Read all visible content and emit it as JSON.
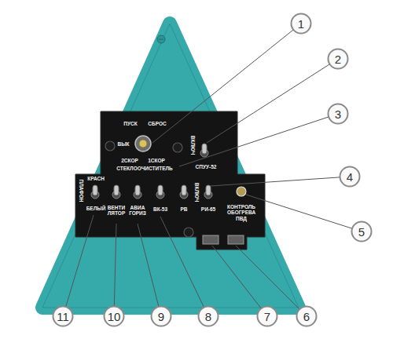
{
  "diagram": {
    "nodes": [
      {
        "text": [
          "1"
        ]
      },
      {
        "text": [
          "2"
        ]
      },
      {
        "text": [
          "3"
        ]
      },
      {
        "text": [
          "4"
        ]
      },
      {
        "text": [
          "5"
        ]
      },
      {
        "text": [
          "6"
        ]
      },
      {
        "text": [
          "7"
        ]
      },
      {
        "text": [
          "8"
        ]
      },
      {
        "text": [
          "9"
        ]
      },
      {
        "text": [
          "10"
        ]
      },
      {
        "text": [
          "11"
        ]
      }
    ],
    "labels": [
      "ПУСК",
      "СБРОС",
      "ВЫК",
      "2СКОР",
      "1СКОР",
      "СТЕКЛООЧИСТИТЕЛЬ",
      "ВКЛЮЧ",
      "СПУУ-52",
      "ПЛАФОН",
      "КРАСН",
      "БЕЛЫЙ",
      "ВЕНТИ ЛЯТОР",
      "АВИА ГОРИЗ",
      "ВК-53",
      "РВ",
      "ВКЛЮЧ",
      "РИ-65",
      "КОНТРОЛЬ ОБОГРЕВА ПВД"
    ]
  }
}
